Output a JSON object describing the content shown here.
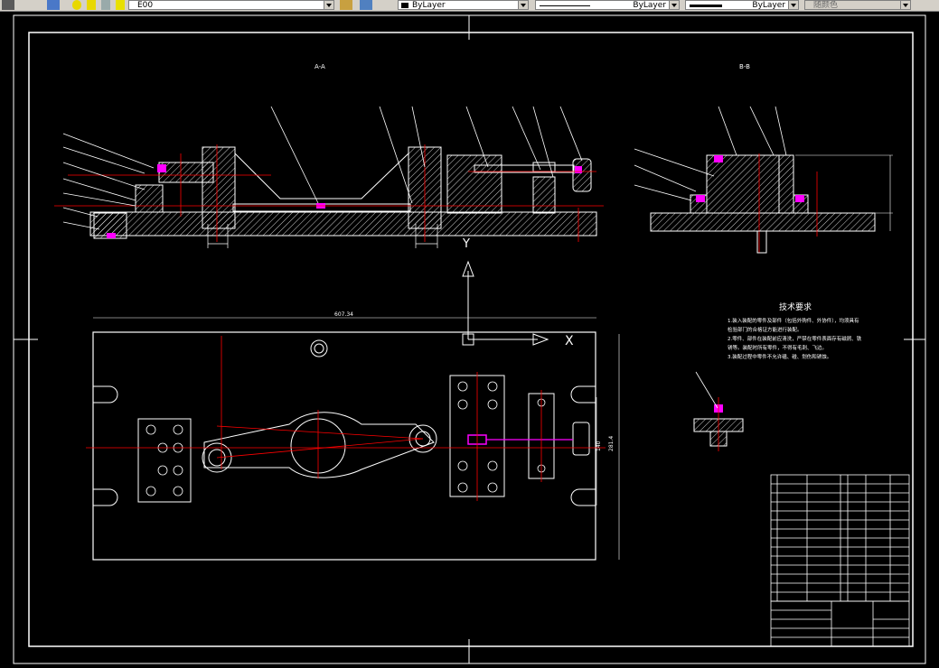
{
  "toolbar": {
    "layer_name": "E00",
    "color_combo": "ByLayer",
    "linetype_combo": "ByLayer",
    "lineweight_combo": "ByLayer",
    "plotstyle_combo": "随颜色"
  },
  "drawing": {
    "section_a_label": "A-A",
    "section_b_label": "B-B",
    "tech_req_title": "技术要求",
    "tech_req_lines": [
      "1.装入装配的零件及部件（包括外购件、外协件），均须具有",
      "检验部门的合格证方能进行装配。",
      "2.零件、部件在装配前应清洗，严禁在零件表面存有磁屑、铁",
      "锈等。装配时所有零件，不得有毛刺、飞边。",
      "3.装配过程中零件不允许磕、碰、划伤和锈蚀。"
    ],
    "dim_width": "607.34",
    "dim_height_a": "140",
    "dim_height_b": "281.4",
    "axis_x_label": "X",
    "axis_y_label": "Y"
  }
}
